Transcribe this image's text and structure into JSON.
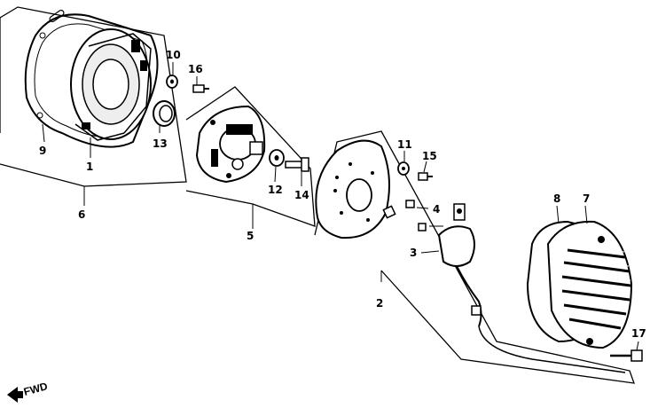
{
  "labels": {
    "p1": "1",
    "p2": "2",
    "p3": "3",
    "p4": "4",
    "p5": "5",
    "p6": "6",
    "p7": "7",
    "p8": "8",
    "p9": "9",
    "p10": "10",
    "p11": "11",
    "p12": "12",
    "p13": "13",
    "p14": "14",
    "p15": "15",
    "p16": "16",
    "p17": "17"
  },
  "fwd": "FWD"
}
